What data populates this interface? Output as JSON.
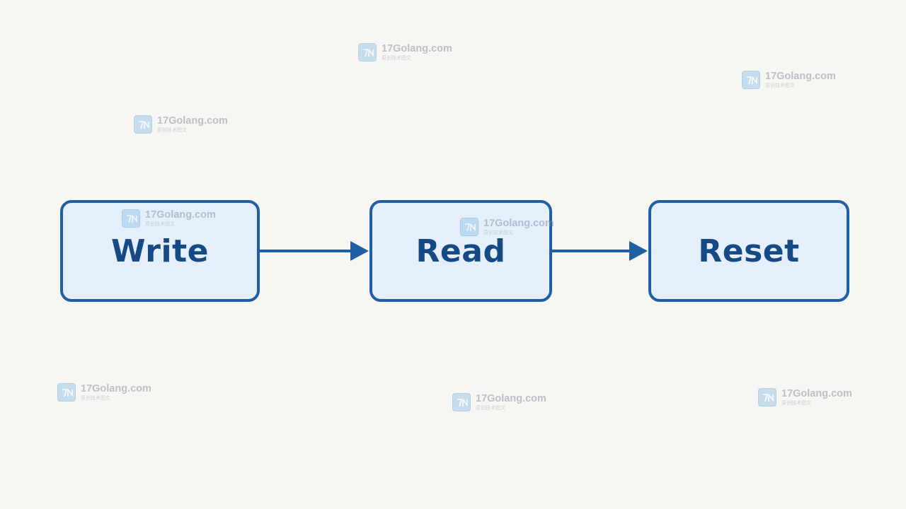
{
  "diagram": {
    "nodes": [
      {
        "id": "write",
        "label": "Write"
      },
      {
        "id": "read",
        "label": "Read"
      },
      {
        "id": "reset",
        "label": "Reset"
      }
    ],
    "edges": [
      {
        "from": "write",
        "to": "read"
      },
      {
        "from": "read",
        "to": "reset"
      }
    ]
  },
  "watermark": {
    "text": "17Golang.com",
    "subtext": "原创技术图文"
  },
  "colors": {
    "node_border": "#1f5fa6",
    "node_fill": "#e4effb",
    "node_text": "#164a84",
    "arrow": "#1f5fa6",
    "background": "#f8f6f2"
  }
}
